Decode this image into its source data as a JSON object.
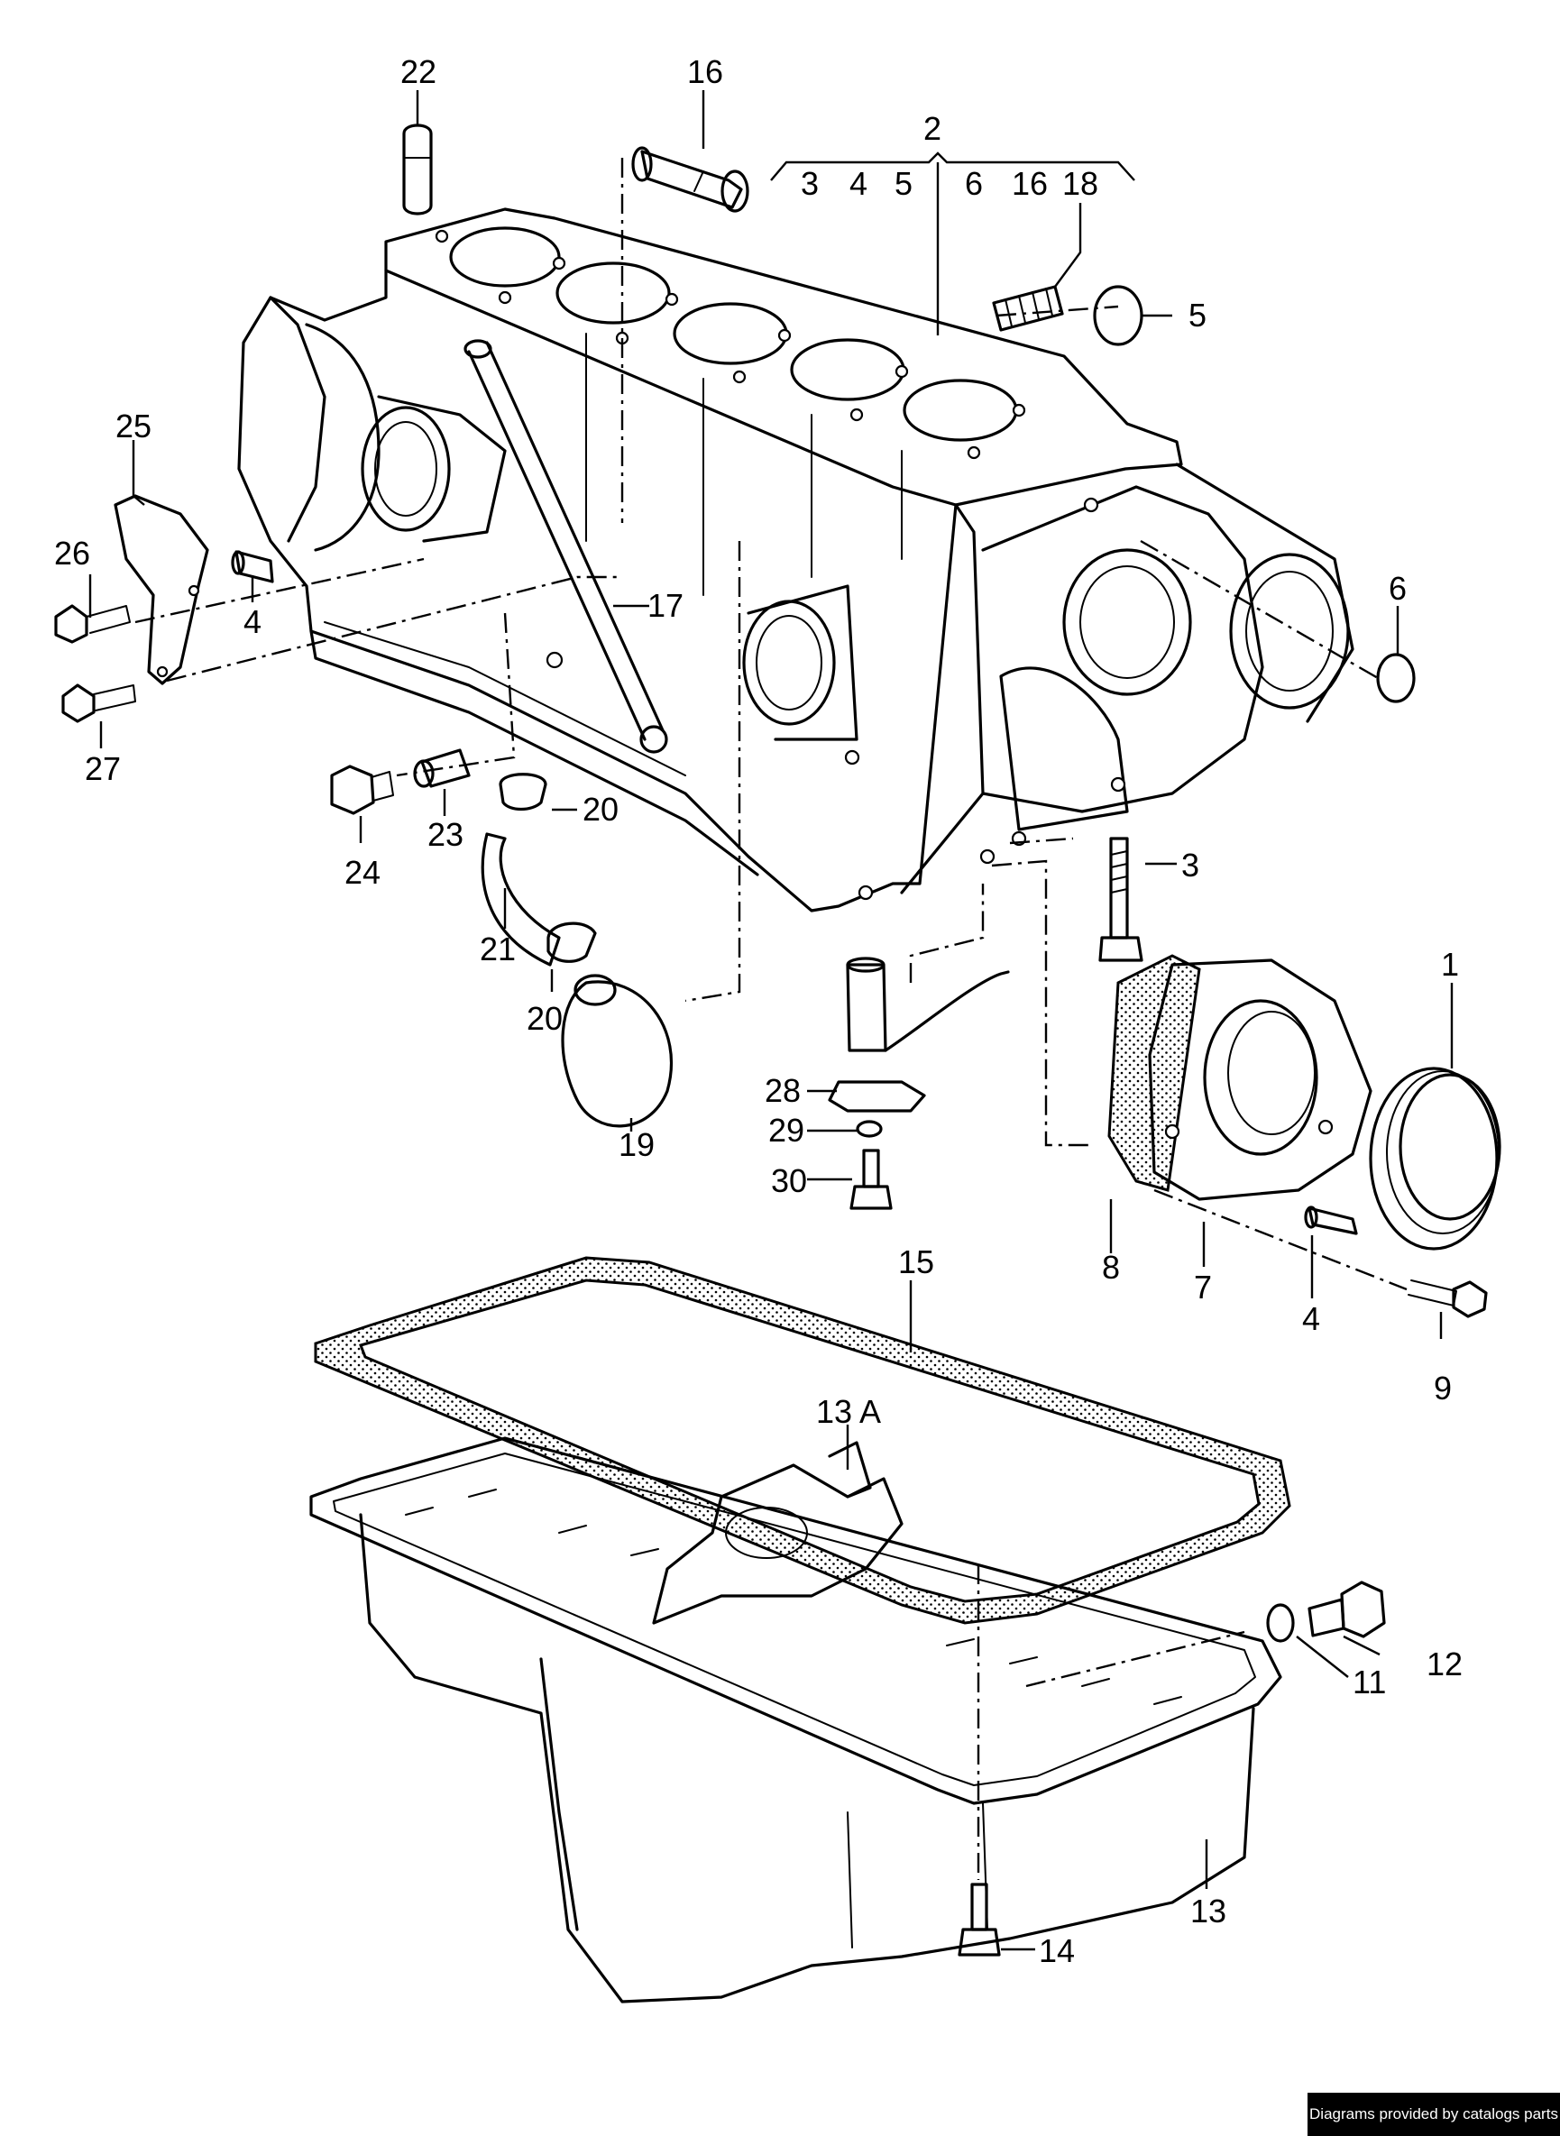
{
  "labels": {
    "l22": "22",
    "l16": "16",
    "l2": "2",
    "g3": "3",
    "g4": "4",
    "g5": "5",
    "g6": "6",
    "g16": "16",
    "g18": "18",
    "l5": "5",
    "l25": "25",
    "l26": "26",
    "l4a": "4",
    "l17": "17",
    "l6": "6",
    "l27": "27",
    "l24": "24",
    "l23": "23",
    "l20a": "20",
    "l21": "21",
    "l20b": "20",
    "l19": "19",
    "l3": "3",
    "l1": "1",
    "l28": "28",
    "l29": "29",
    "l30": "30",
    "l8": "8",
    "l7": "7",
    "l4b": "4",
    "l9": "9",
    "l15": "15",
    "l13a": "13 A",
    "l12": "12",
    "l11": "11",
    "l13": "13",
    "l14": "14"
  },
  "footer": {
    "credit": "Diagrams provided by catalogs parts"
  },
  "colors": {
    "ink": "#000000",
    "paper": "#ffffff",
    "badge": "#000000"
  }
}
